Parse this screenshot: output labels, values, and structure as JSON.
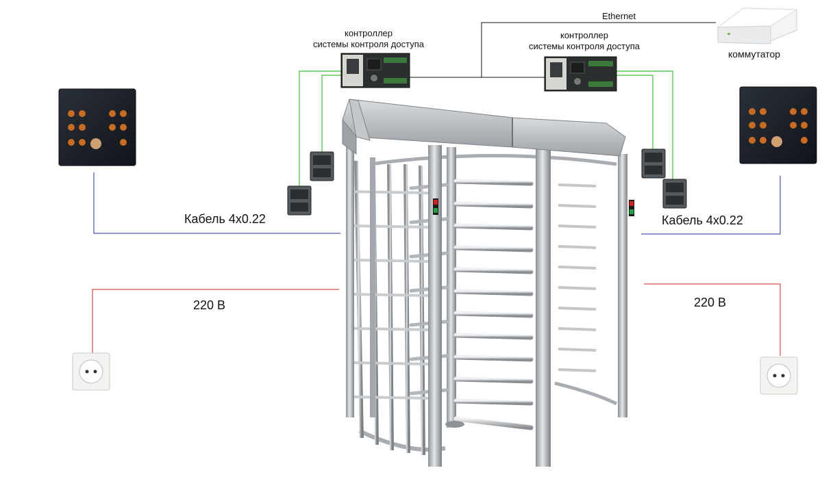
{
  "labels": {
    "ethernet": "Ethernet",
    "switch": "коммутатор",
    "controller_left_line1": "контроллер",
    "controller_left_line2": "системы контроля доступа",
    "controller_right_line1": "контроллер",
    "controller_right_line2": "системы контроля доступа",
    "cable_left": "Кабель 4x0.22",
    "cable_right": "Кабель 4x0.22",
    "power_left": "220 В",
    "power_right": "220 В"
  },
  "icons": {
    "turnstile": "full-height-turnstile-icon",
    "controller": "access-controller-board-icon",
    "reader": "card-reader-icon",
    "panel": "remote-control-panel-icon",
    "switch": "network-switch-icon",
    "socket": "power-socket-icon"
  },
  "colors": {
    "ethernet_line": "#111111",
    "reader_line": "#3ac43a",
    "cable_line": "#2a2aa0",
    "power_line": "#d02020",
    "metal": "#b9bcbf"
  }
}
